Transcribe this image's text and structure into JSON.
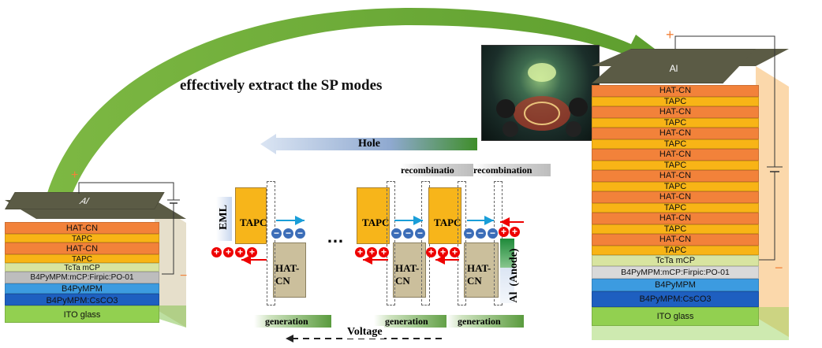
{
  "title_text": "effectively extract the SP modes",
  "left_device": {
    "top_label": "Al",
    "layers": [
      "HAT-CN",
      "TAPC",
      "HAT-CN",
      "TAPC",
      "TcTa   mCP",
      "B4PyMPM:mCP:Firpic:PO-01",
      "B4PyMPM",
      "B4PyMPM:CsCO3",
      "ITO glass"
    ],
    "plus": "+",
    "minus": "−"
  },
  "right_device": {
    "top_label": "Al",
    "repeat_layers": [
      "HAT-CN",
      "TAPC",
      "HAT-CN",
      "TAPC",
      "HAT-CN",
      "TAPC",
      "HAT-CN",
      "TAPC",
      "HAT-CN",
      "TAPC",
      "HAT-CN",
      "TAPC",
      "HAT-CN",
      "TAPC",
      "HAT-CN",
      "TAPC"
    ],
    "bottom_layers": [
      "TcTa   mCP",
      "B4PyMPM:mCP:Firpic:PO-01",
      "B4PyMPM",
      "B4PyMPM:CsCO3",
      "ITO glass"
    ],
    "plus": "+",
    "minus": "−"
  },
  "mechanism": {
    "hole_label": "Hole",
    "voltage_label": "Voltage",
    "eml_label": "EML",
    "anode_label": "Al  (Anode)",
    "tapc_label": "TAPC",
    "hatcn_label": "HAT-CN",
    "ellipsis": "…",
    "generation_label": "generation",
    "recombination_labels": [
      "recombinatio",
      "recombination"
    ],
    "hole_symbol": "+",
    "electron_symbol": "−"
  },
  "colors": {
    "arrow_green": "#6aa83a",
    "orange": "#f2823a",
    "yellow": "#f8b416",
    "tapc_fill": "#f7b51a",
    "hatcn_fill": "#cbbf9c",
    "blue_dark": "#1e5fc0",
    "blue_light": "#3c9be0",
    "ito_green": "#92d050",
    "al_grey": "#5b5b45"
  },
  "icons": [
    "curved-arrow-icon",
    "battery-icon",
    "photo-icon"
  ]
}
